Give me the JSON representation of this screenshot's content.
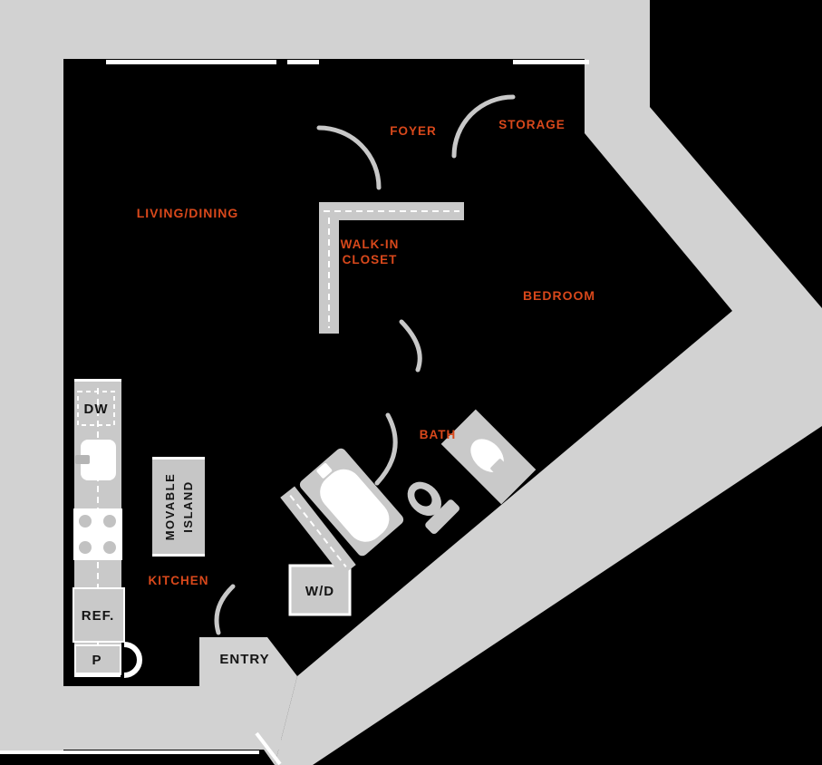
{
  "colors": {
    "background": "#000000",
    "matte_gray": "#d2d2d2",
    "fixture_gray": "#c9c9c9",
    "label_orange": "#d8481b",
    "label_dark": "#141414",
    "white": "#ffffff"
  },
  "rooms": {
    "foyer": "FOYER",
    "storage": "STORAGE",
    "living_dining": "LIVING/DINING",
    "walk_in_closet_line1": "WALK-IN",
    "walk_in_closet_line2": "CLOSET",
    "bedroom": "BEDROOM",
    "bath": "BATH",
    "kitchen": "KITCHEN"
  },
  "fixtures": {
    "dishwasher": "DW",
    "refrigerator": "REF.",
    "pantry": "P",
    "washer_dryer": "W/D",
    "entry": "ENTRY",
    "island_line1": "MOVABLE",
    "island_line2": "ISLAND"
  }
}
